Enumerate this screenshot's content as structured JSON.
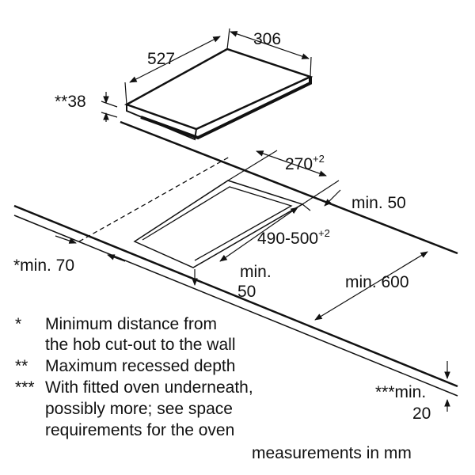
{
  "hob": {
    "width": "306",
    "depth": "527",
    "recess_depth": "**38"
  },
  "cutout": {
    "width": "270",
    "width_tolerance": "+2",
    "depth": "490-500",
    "depth_tolerance": "+2"
  },
  "clearances": {
    "rear": "min. 50",
    "wall": "*min. 70",
    "front_min": "min.",
    "front_value": "50",
    "side": "min. 600",
    "oven_min": "***min.",
    "oven_value": "20"
  },
  "legend": [
    {
      "mark": "*",
      "text": "Minimum distance from"
    },
    {
      "mark": "",
      "text": "the hob cut-out to the wall"
    },
    {
      "mark": "**",
      "text": "Maximum recessed depth"
    },
    {
      "mark": "***",
      "text": "With fitted oven underneath,"
    },
    {
      "mark": "",
      "text": "possibly more; see space"
    },
    {
      "mark": "",
      "text": "requirements for the oven"
    }
  ],
  "units_note": "measurements in mm"
}
